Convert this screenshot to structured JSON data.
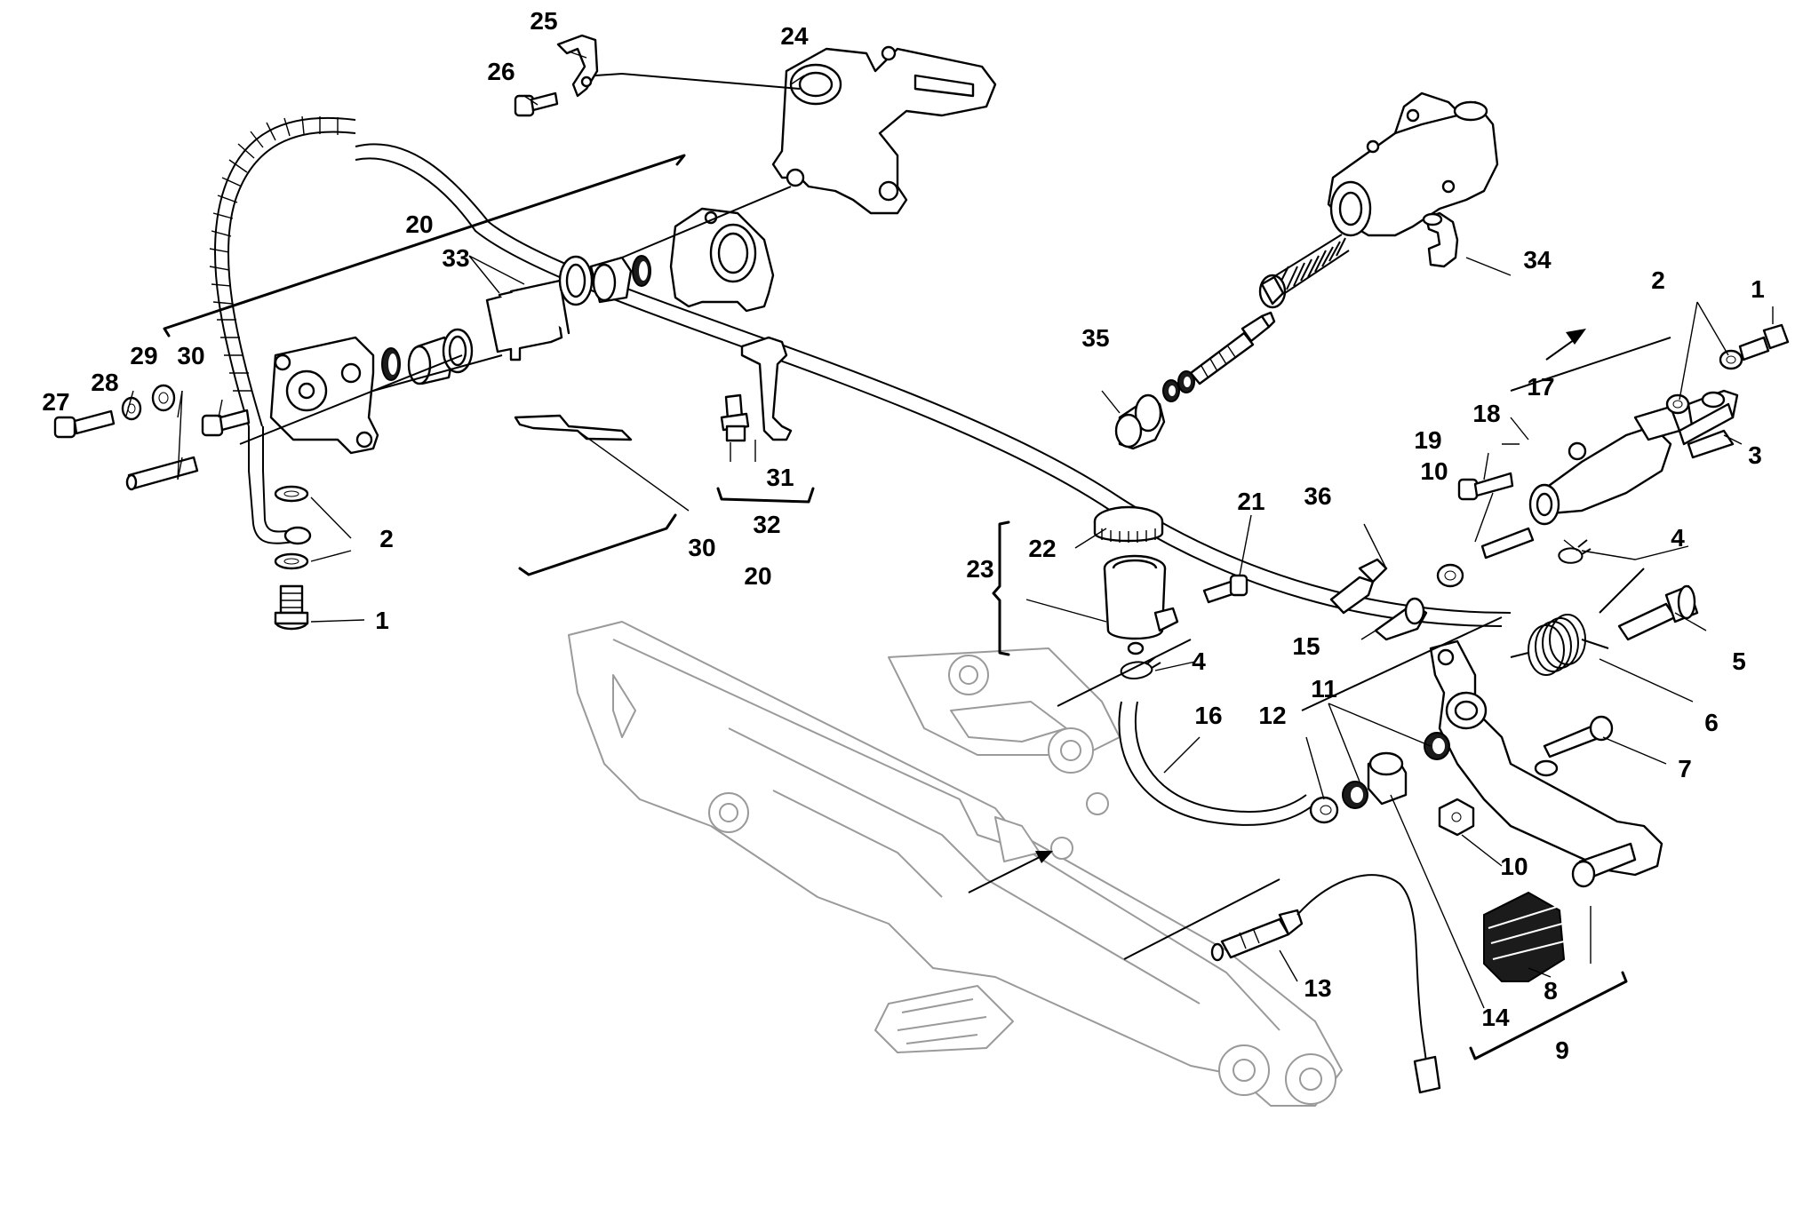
{
  "callouts": {
    "c1a": "1",
    "c1b": "1",
    "c2a": "2",
    "c2b": "2",
    "c3": "3",
    "c4a": "4",
    "c4b": "4",
    "c5": "5",
    "c6": "6",
    "c7": "7",
    "c8": "8",
    "c9": "9",
    "c10a": "10",
    "c10b": "10",
    "c11": "11",
    "c12": "12",
    "c13": "13",
    "c14": "14",
    "c15": "15",
    "c16": "16",
    "c17": "17",
    "c18": "18",
    "c19": "19",
    "c20a": "20",
    "c20b": "20",
    "c21": "21",
    "c22": "22",
    "c23": "23",
    "c24": "24",
    "c25": "25",
    "c26": "26",
    "c27": "27",
    "c28": "28",
    "c29": "29",
    "c30a": "30",
    "c30b": "30",
    "c31": "31",
    "c32": "32",
    "c33": "33",
    "c34": "34",
    "c35": "35",
    "c36": "36"
  },
  "icons": {
    "assembly_direction_arrows": "arrow-icon"
  }
}
